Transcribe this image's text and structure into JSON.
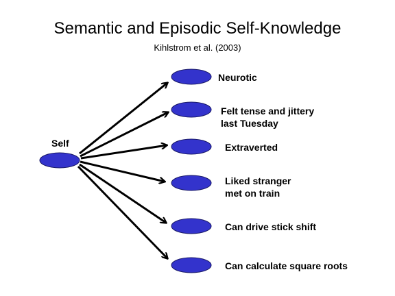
{
  "header": {
    "title": "Semantic and Episodic Self-Knowledge",
    "subtitle": "Kihlstrom et al. (2003)"
  },
  "source_node": {
    "label": "Self"
  },
  "target_nodes": [
    {
      "label": "Neurotic"
    },
    {
      "label": "Felt tense and jittery\nlast Tuesday"
    },
    {
      "label": "Extraverted"
    },
    {
      "label": "Liked stranger\nmet on train"
    },
    {
      "label": "Can drive stick shift"
    },
    {
      "label": "Can calculate square roots"
    }
  ],
  "colors": {
    "node_fill": "#3333cc",
    "node_stroke": "#1a1a66",
    "arrow": "#000000"
  }
}
